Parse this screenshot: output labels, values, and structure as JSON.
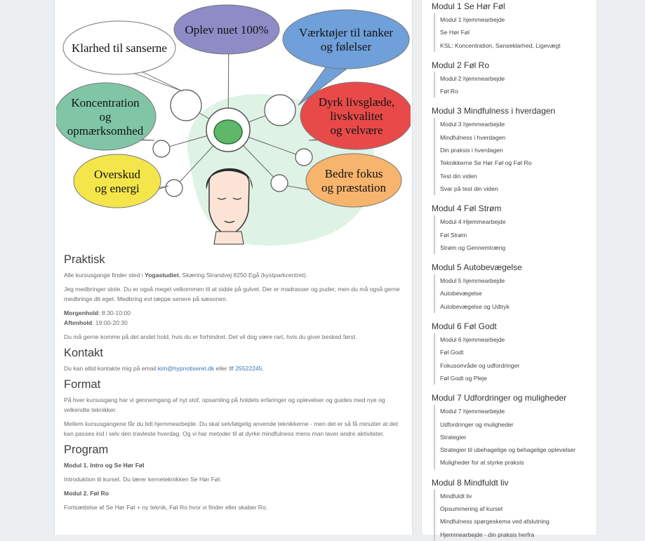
{
  "illustration": {
    "bubbles": [
      {
        "text": [
          "Klarhed til sanserne"
        ],
        "color": "#ffffff"
      },
      {
        "text": [
          "Oplev nuet 100%"
        ],
        "color": "#8e8bc6"
      },
      {
        "text": [
          "Værktøjer til tanker",
          "og følelser"
        ],
        "color": "#6fa0da"
      },
      {
        "text": [
          "Koncentration",
          "og",
          "opmærksomhed"
        ],
        "color": "#80c6a6"
      },
      {
        "text": [
          "Dyrk livsglæde,",
          "livskvalitet",
          "og velvære"
        ],
        "color": "#e84a4a"
      },
      {
        "text": [
          "Overskud",
          "og energi"
        ],
        "color": "#f4e64a"
      },
      {
        "text": [
          "Bedre fokus",
          "og præstation"
        ],
        "color": "#f6b46c"
      }
    ]
  },
  "praktisk": {
    "title": "Praktisk",
    "p1_pre": "Alle kursusgange finder sted i ",
    "p1_bold": "Yogastudiet",
    "p1_post": ", Skæring Strandvej 8250 Egå (kystparkcentret).",
    "p2": "Jeg medbringer stole. Du er også meget velkommen til at sidde på gulvet. Der er madrasser og puder, men du må også gerne medbringe dit eget. Medbring evt tæppe senere på sæsonen.",
    "morning_label": "Morgenhold",
    "morning_time": ": 8:30-10:00",
    "evening_label": "Aftenhold",
    "evening_time": ": 19:00-20:30",
    "p3": "Du må gerne komme på det andet hold, hvis du er forhindret. Det vil dog være rart, hvis du giver besked først."
  },
  "kontakt": {
    "title": "Kontakt",
    "pre": "Du kan altid kontakte mig på email ",
    "email": "kim@hypnotiseret.dk",
    "mid": " eller tlf ",
    "phone": "25522245",
    "post": "."
  },
  "format": {
    "title": "Format",
    "p1": "På hver kursusgang har vi gennemgang af nyt stof, opsamling på holdets erfaringer og oplevelser og guides med nye og velkendte teknikker.",
    "p2": "Mellem kursusgangene får du lidt hjemmearbejde. Du skal selvfølgelig anvende teknikkerne - men det er så få minutter at det kan passes ind i selv den travleste hverdag. Og vi har metoder til at dyrke mindfulness mens man laver andre aktiviteter."
  },
  "program": {
    "title": "Program",
    "m1_title": "Modul 1. Intro og Se Hør Føl",
    "m1_text": "Introduktion til kurset. Du lærer kerneteknikken Se Hør Føl.",
    "m2_title": "Modul 2. Føl Ro",
    "m2_text": "Fortsættelse af Se Hør Føl + ny teknik, Føl Ro hvor vi finder eller skaber Ro."
  },
  "sidebar": {
    "modules": [
      {
        "title": "Modul 1 Se Hør Føl",
        "items": [
          "Modul 1 hjemmearbejde",
          "Se Hør Føl",
          "KSL: Koncentration, Sanseklarhed, Ligevægt"
        ]
      },
      {
        "title": "Modul 2 Føl Ro",
        "items": [
          "Modul 2 hjemmearbejde",
          "Føl Ro"
        ]
      },
      {
        "title": "Modul 3 Mindfulness i hverdagen",
        "items": [
          "Modul 3 hjemmearbejde",
          "Mindfulness i hverdagen",
          "Din praksis i hverdagen",
          "Teknikkerne Se Hør Føl og Føl Ro",
          "Test din viden",
          "Svar på test din viden"
        ]
      },
      {
        "title": "Modul 4 Føl Strøm",
        "items": [
          "Modul 4 Hjemmearbejde",
          "Føl Strøm",
          "Strøm og Gennemtræng"
        ]
      },
      {
        "title": "Modul 5 Autobevægelse",
        "items": [
          "Modul 5 hjemmearbejde",
          "Autobevægelse",
          "Autobevægelse og Udtryk"
        ]
      },
      {
        "title": "Modul 6 Føl Godt",
        "items": [
          "Modul 6 hjemmearbejde",
          "Føl Godt",
          "Fokusområde og udfordringer",
          "Føl Godt og Pleje"
        ]
      },
      {
        "title": "Modul 7 Udfordringer og muligheder",
        "items": [
          "Modul 7 hjemmearbejde",
          "Udfordringer og muligheder",
          "Strategier",
          "Strategier til ubehagelige og behagelige oplevelser",
          "Muligheder for at styrke praksis"
        ]
      },
      {
        "title": "Modul 8 Mindfuldt liv",
        "items": [
          "Mindfuldt liv",
          "Opsummering af kurset",
          "Mindfulness spørgeskema ved afslutning",
          "Hjemmearbejde - din praksis herfra"
        ]
      }
    ]
  }
}
